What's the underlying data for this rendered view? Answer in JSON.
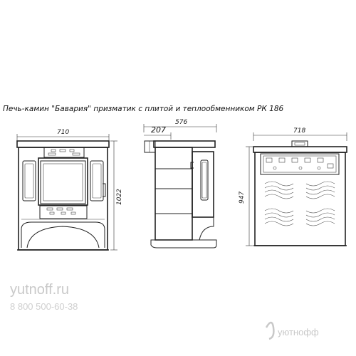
{
  "title": "Печь-камин \"Бавария\" призматик с плитой и теплообменником РК 186",
  "dimensions": {
    "front_width": "710",
    "front_height": "1022",
    "side_depth": "576",
    "side_offset": "207",
    "back_width": "718",
    "back_height": "947"
  },
  "watermark": {
    "site": "yutnoff.ru",
    "phone": "8 800 500-60-38",
    "brand": "уютнофф"
  },
  "colors": {
    "line": "#222222",
    "watermark": "#c9c9c9"
  }
}
